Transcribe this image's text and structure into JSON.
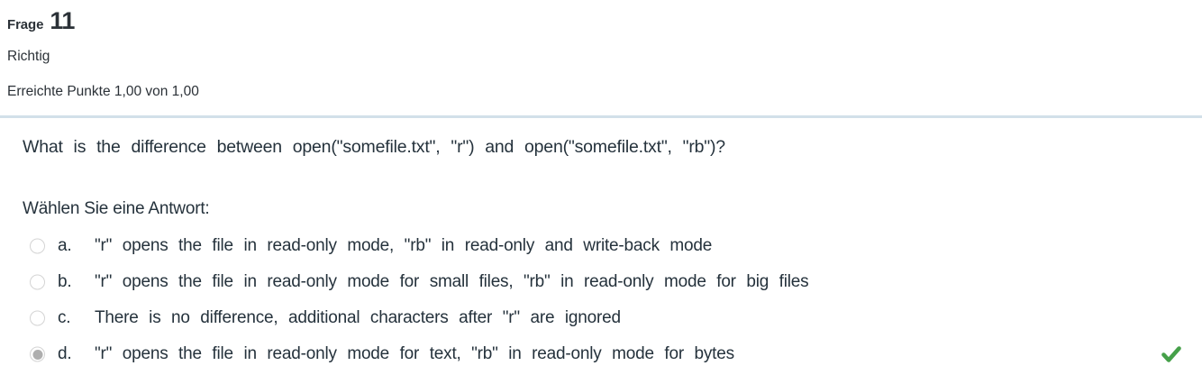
{
  "header": {
    "question_label": "Frage",
    "question_number": "11",
    "status": "Richtig",
    "points": "Erreichte Punkte 1,00 von 1,00"
  },
  "question": {
    "text": "What is the difference between open(\"somefile.txt\", \"r\") and open(\"somefile.txt\", \"rb\")?",
    "prompt": "Wählen Sie eine Antwort:"
  },
  "options": [
    {
      "letter": "a.",
      "text": "\"r\" opens the file in read-only mode, \"rb\" in read-only and write-back mode",
      "selected": false,
      "correct": false
    },
    {
      "letter": "b.",
      "text": "\"r\" opens the file in read-only mode for small files, \"rb\" in read-only mode for big files",
      "selected": false,
      "correct": false
    },
    {
      "letter": "c.",
      "text": "There is no difference, additional characters after \"r\" are ignored",
      "selected": false,
      "correct": false
    },
    {
      "letter": "d.",
      "text": "\"r\" opens the file in read-only mode for text, \"rb\" in read-only mode for bytes",
      "selected": true,
      "correct": true
    }
  ],
  "icons": {
    "correct_check": "checkmark-icon"
  },
  "colors": {
    "check_green": "#45a049",
    "divider": "#d2e0e9",
    "text_dark": "#2b3137",
    "text_body": "#25323c",
    "radio_dot": "#aeaeae"
  }
}
